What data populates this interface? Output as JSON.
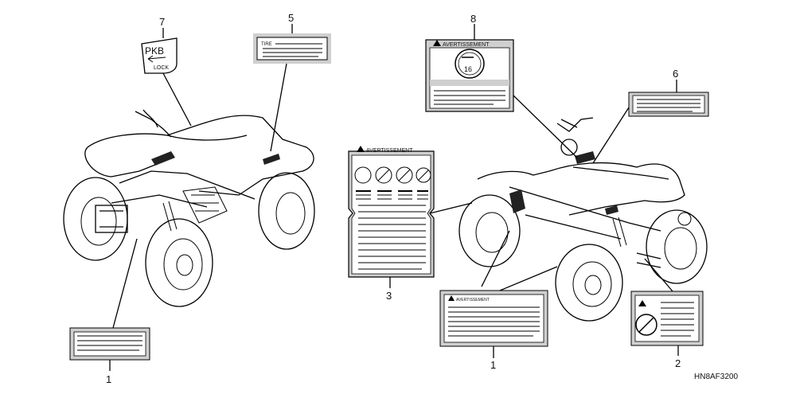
{
  "callouts": [
    {
      "id": "c1a",
      "number": "1"
    },
    {
      "id": "c1b",
      "number": "1"
    },
    {
      "id": "c2",
      "number": "2"
    },
    {
      "id": "c3",
      "number": "3"
    },
    {
      "id": "c5",
      "number": "5"
    },
    {
      "id": "c6",
      "number": "6"
    },
    {
      "id": "c7",
      "number": "7"
    },
    {
      "id": "c8",
      "number": "8"
    }
  ],
  "labels": {
    "tire_label_text": "TIRE",
    "avertissement_3": "AVERTISSEMENT",
    "avertissement_8": "AVERTISSEMENT",
    "avertissement_1": "AVERTISSEMENT",
    "pkb_text": "PKB",
    "lock_text": "LOCK",
    "age_text": "16"
  },
  "diagram_code": "HN8AF3200"
}
